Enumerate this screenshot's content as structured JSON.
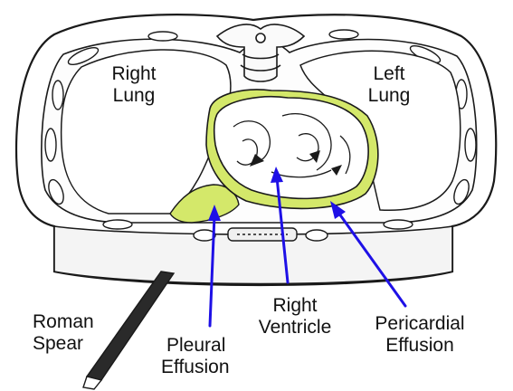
{
  "labels": {
    "right_lung": [
      "Right",
      "Lung"
    ],
    "left_lung": [
      "Left",
      "Lung"
    ],
    "roman_spear": [
      "Roman",
      "Spear"
    ],
    "pleural_effusion": [
      "Pleural",
      "Effusion"
    ],
    "right_ventricle": [
      "Right",
      "Ventricle"
    ],
    "pericardial_effusion": [
      "Pericardial",
      "Effusion"
    ]
  },
  "colors": {
    "arrow": "#1e10e6",
    "effusion": "#d4e86a",
    "ink": "#1a1a1a",
    "spear_shaft": "#2a2a2a"
  }
}
